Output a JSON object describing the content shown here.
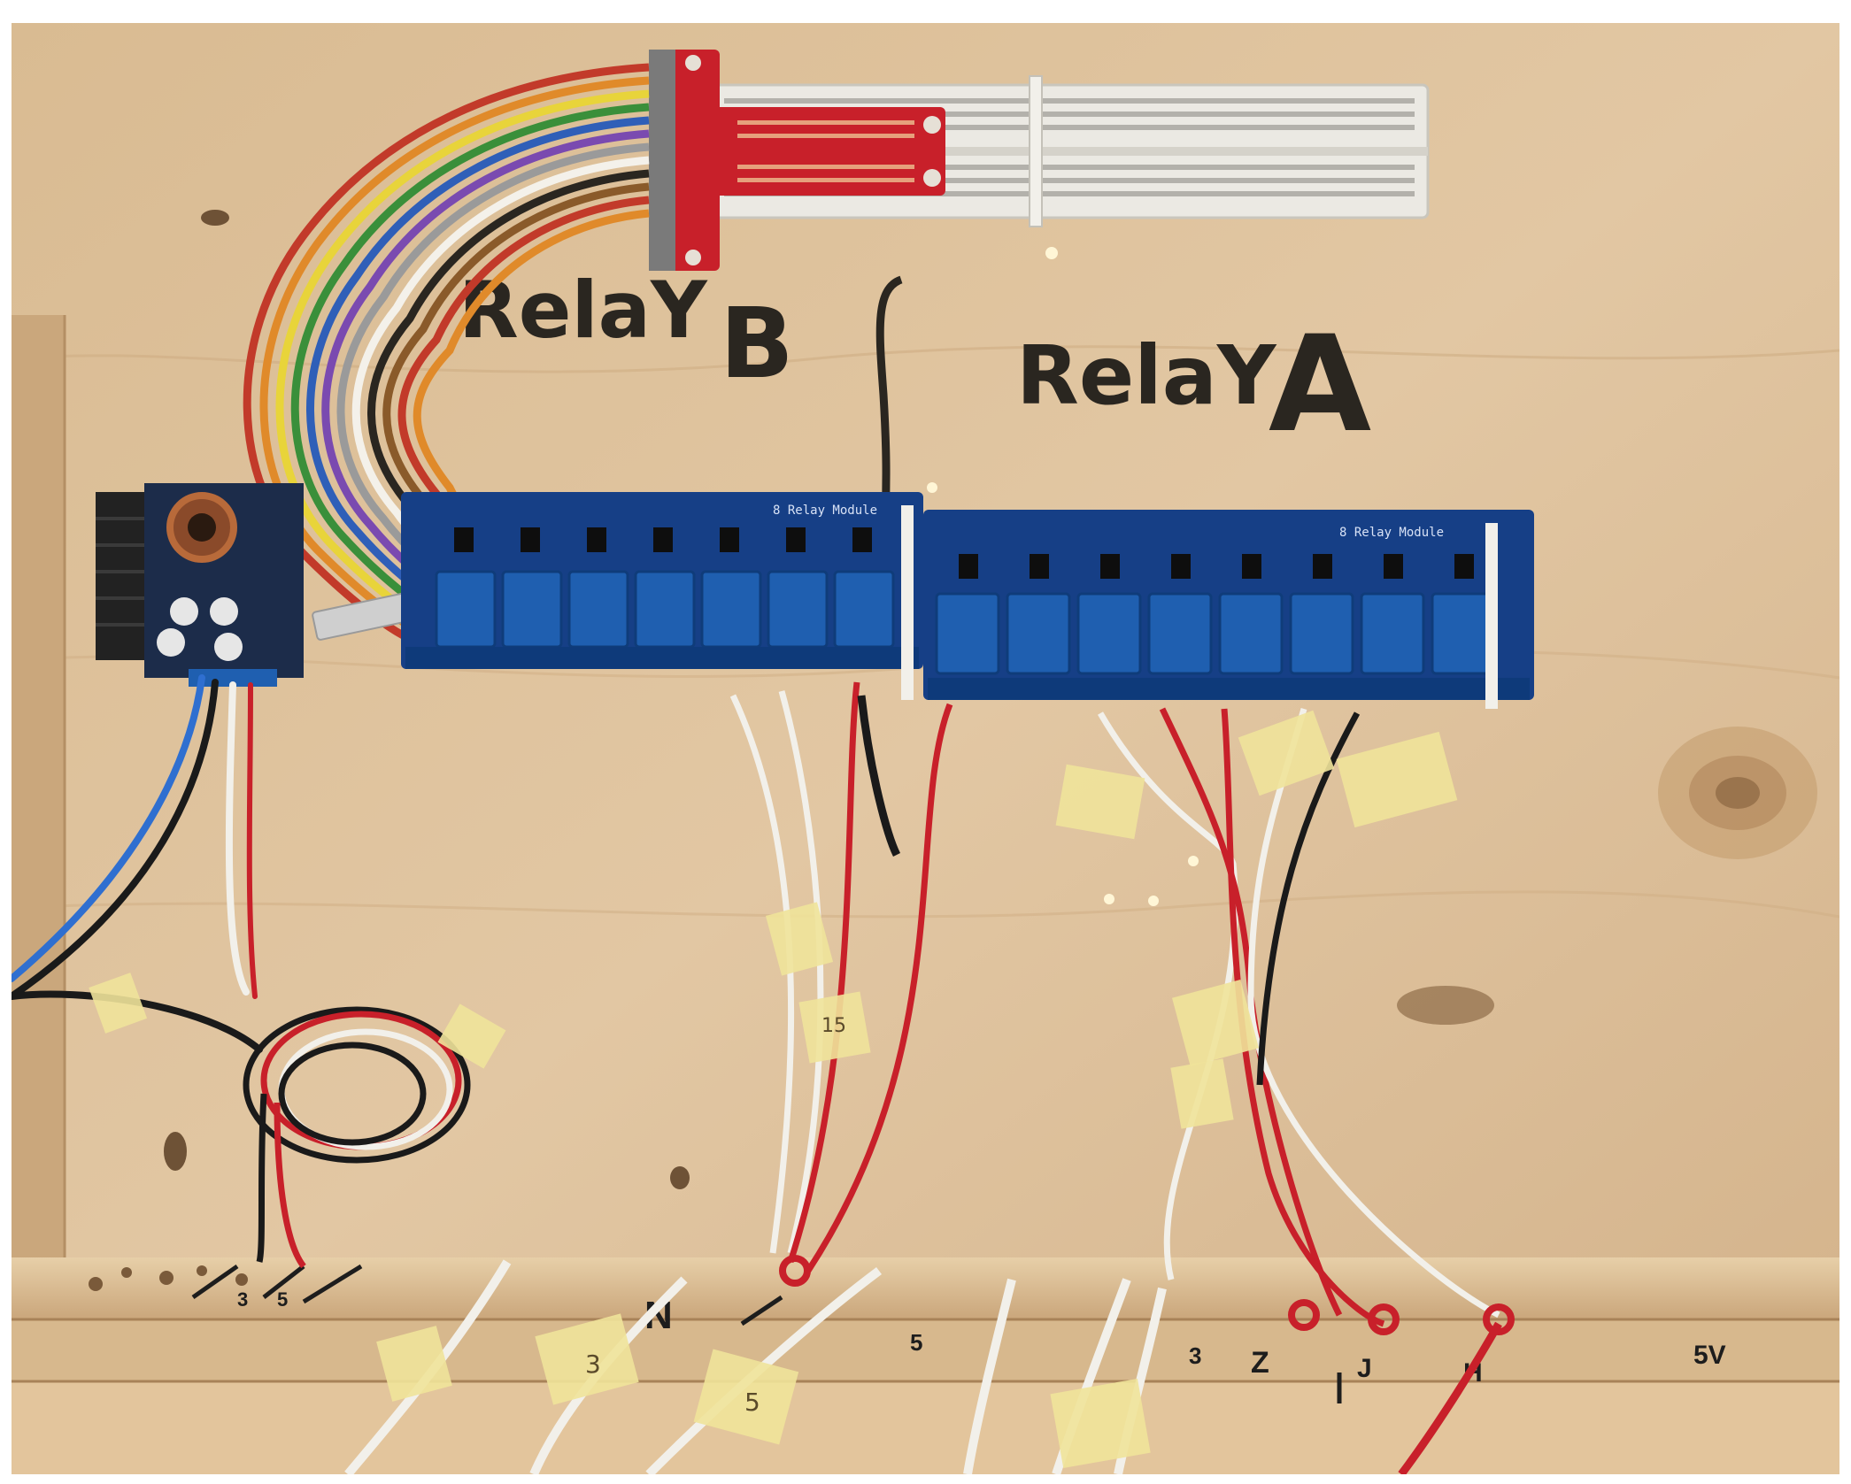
{
  "handwriting": {
    "relay_b_word": "RelaY",
    "relay_b_letter": "B",
    "relay_a_word": "RelaY",
    "relay_a_letter": "A"
  },
  "terminal_strip_marks": {
    "left_a": "3",
    "left_b": "5",
    "n_mark": "N",
    "mid_a": "5",
    "mid_b": "3",
    "z_mark": "Z",
    "right_a": "J",
    "right_b": "H",
    "five_v": "5V"
  },
  "tape_tags": {
    "tag_1": "15",
    "tag_2": "3",
    "tag_3": "5"
  },
  "relay_modules": {
    "module_b_silk": "8 Relay Module",
    "module_a_silk": "8 Relay Module"
  },
  "colors": {
    "plywood": "#dcbf97",
    "relay_board_blue": "#163f86",
    "relay_cube_blue": "#1f5fb0",
    "breakout_red": "#c8202a",
    "breadboard": "#e9e7e1",
    "marker": "#2a2620",
    "masking_tape": "#efe39a"
  }
}
